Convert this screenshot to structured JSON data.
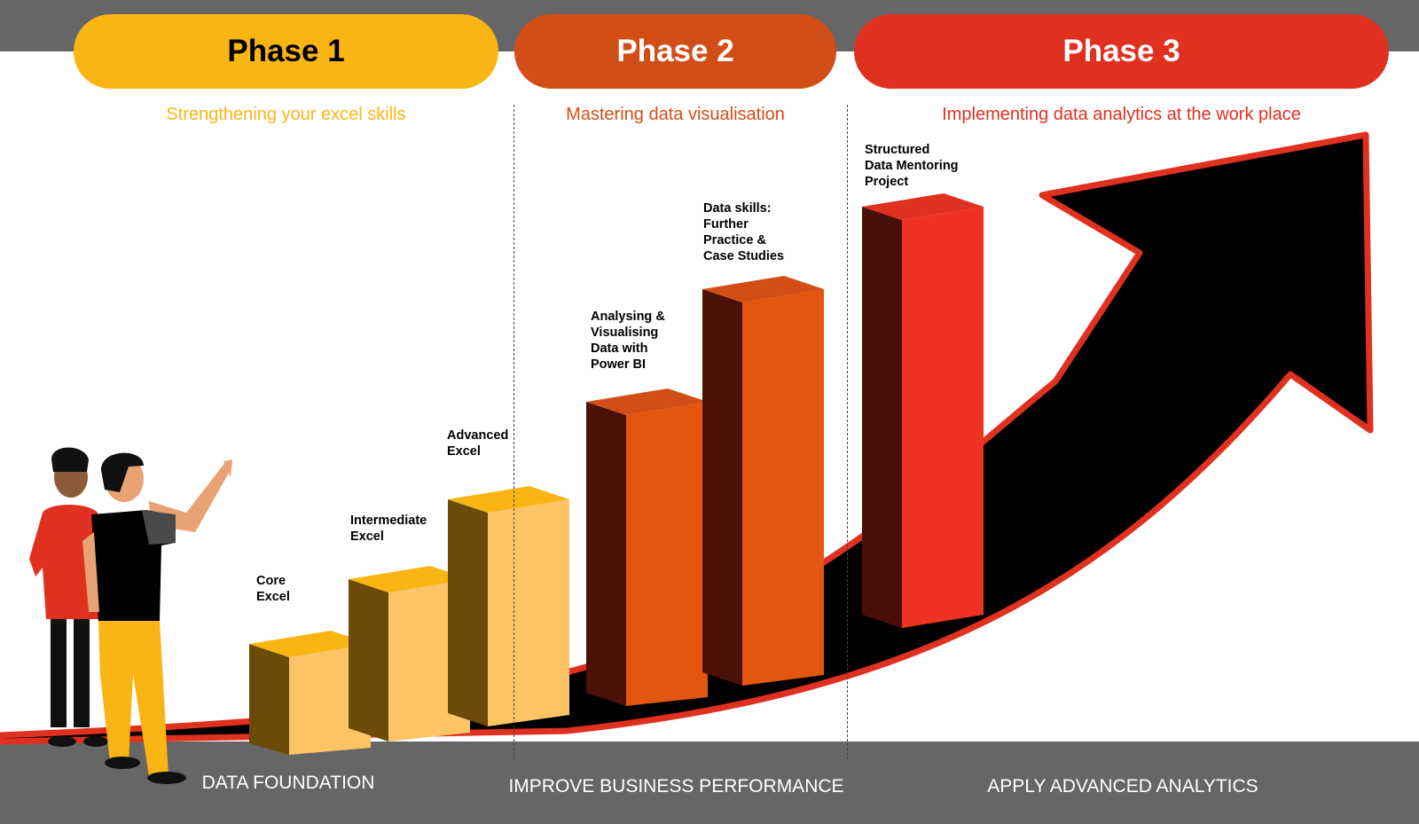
{
  "phases": [
    {
      "title": "Phase 1",
      "subtitle": "Strengthening your excel skills",
      "footer": "DATA FOUNDATION",
      "color": "#F9B514"
    },
    {
      "title": "Phase 2",
      "subtitle": "Mastering data visualisation",
      "footer": "IMPROVE BUSINESS PERFORMANCE",
      "color": "#D24E16"
    },
    {
      "title": "Phase 3",
      "subtitle": "Implementing data analytics at the work place",
      "footer": "APPLY ADVANCED ANALYTICS",
      "color": "#E0301F"
    }
  ],
  "steps": [
    {
      "label": "Core\nExcel",
      "phase": 1
    },
    {
      "label": "Intermediate\nExcel",
      "phase": 1
    },
    {
      "label": "Advanced\nExcel",
      "phase": 1
    },
    {
      "label": "Analysing &\nVisualising\nData with\nPower BI",
      "phase": 2
    },
    {
      "label": "Data skills:\nFurther\nPractice &\nCase Studies",
      "phase": 2
    },
    {
      "label": "Structured\nData Mentoring\nProject",
      "phase": 3
    }
  ]
}
